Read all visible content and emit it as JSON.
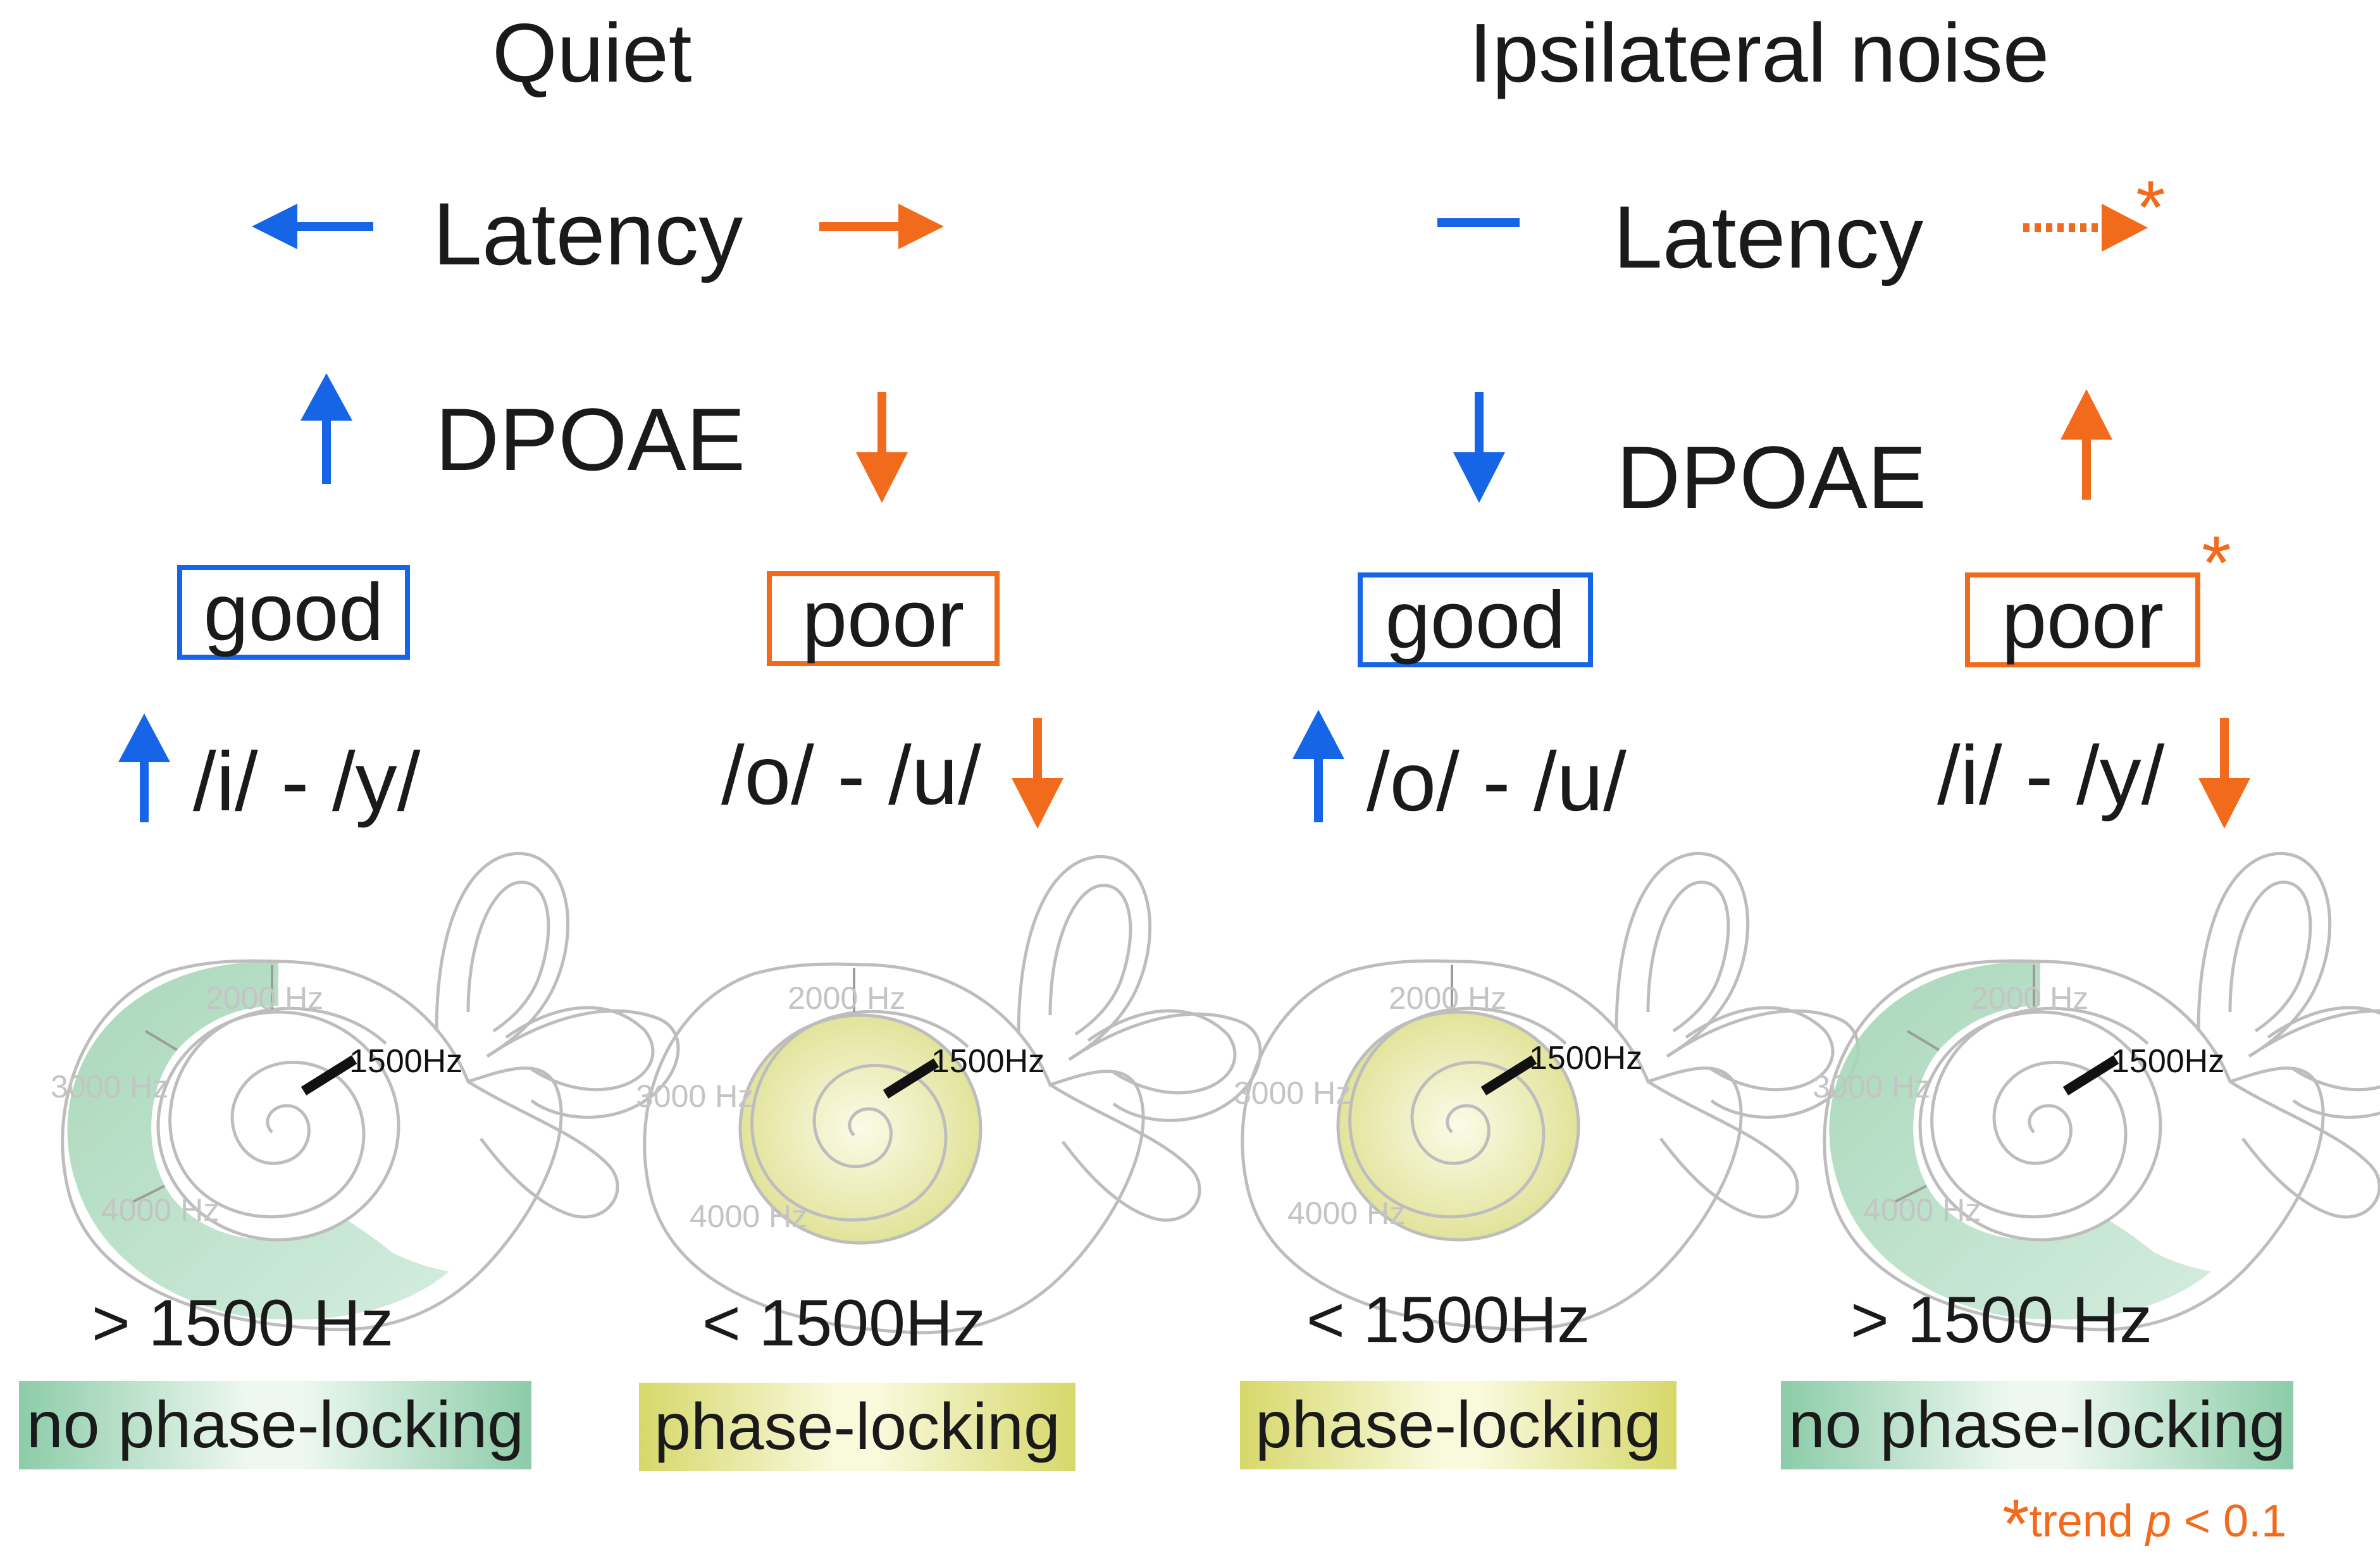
{
  "titles": {
    "quiet": "Quiet",
    "ipsi": "Ipsilateral noise"
  },
  "rows": {
    "latency": "Latency",
    "dpoae": "DPOAE"
  },
  "boxes": {
    "good": "good",
    "poor": "poor"
  },
  "vowels": {
    "iy": "/i/ - /y/",
    "ou": "/o/ - /u/"
  },
  "freq": {
    "gt": "> 1500 Hz",
    "lt": "< 1500Hz"
  },
  "locking": {
    "no": "no phase-locking",
    "yes": "phase-locking"
  },
  "cochlea": {
    "f2000": "2000 Hz",
    "f3000": "3000 Hz",
    "f4000": "4000 Hz",
    "f1500": "1500Hz"
  },
  "footnote": {
    "star": "*",
    "prefix": "trend ",
    "p": "p",
    "suffix": " < 0.1"
  },
  "colors": {
    "blue": "#1565e6",
    "orange": "#f26a1b",
    "green": "#8ccca8",
    "yellow": "#d6d86a"
  }
}
